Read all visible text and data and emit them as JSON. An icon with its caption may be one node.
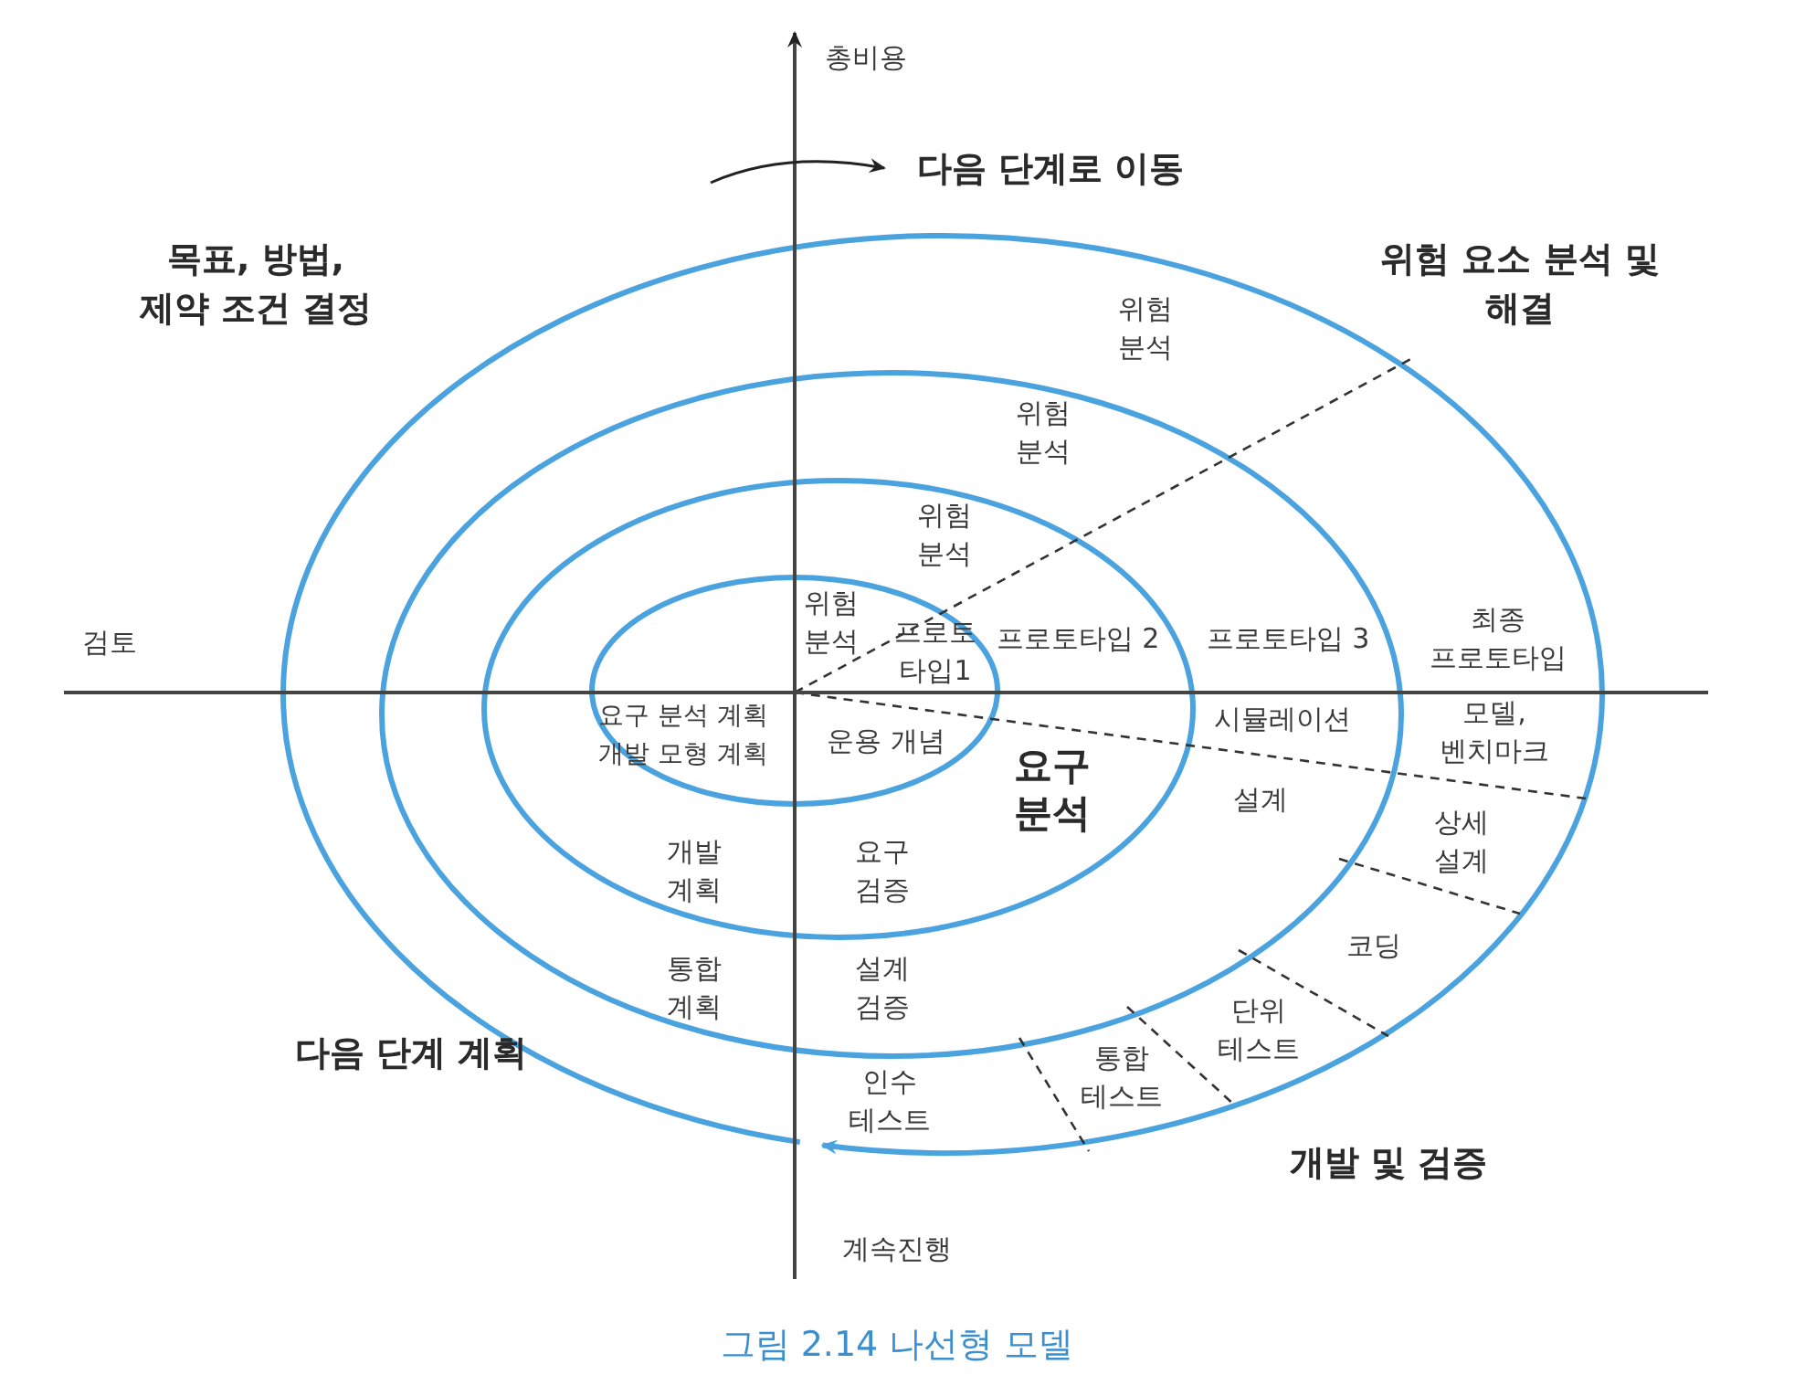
{
  "diagram": {
    "caption": "그림 2.14 나선형 모델",
    "labels": [
      "총비용",
      "다음 단계로 이동",
      "목표, 방법, 제약 조건 결정",
      "위험 요소 분석 및 해결",
      "검토",
      "다음 단계 계획",
      "개발 및 검증",
      "계속진행",
      "위험 분석",
      "위험 분석",
      "위험 분석",
      "위험 분석",
      "프로토타입1",
      "프로토타입 2",
      "프로토타입 3",
      "최종 프로토타입",
      "요구 분석 계획 개발 모형 계획",
      "운용 개념",
      "요구 분석",
      "시뮬레이션",
      "모델, 벤치마크",
      "설계",
      "상세 설계",
      "개발 계획",
      "요구 검증",
      "코딩",
      "통합 계획",
      "설계 검증",
      "인수 테스트",
      "통합 테스트",
      "단위 테스트"
    ]
  }
}
